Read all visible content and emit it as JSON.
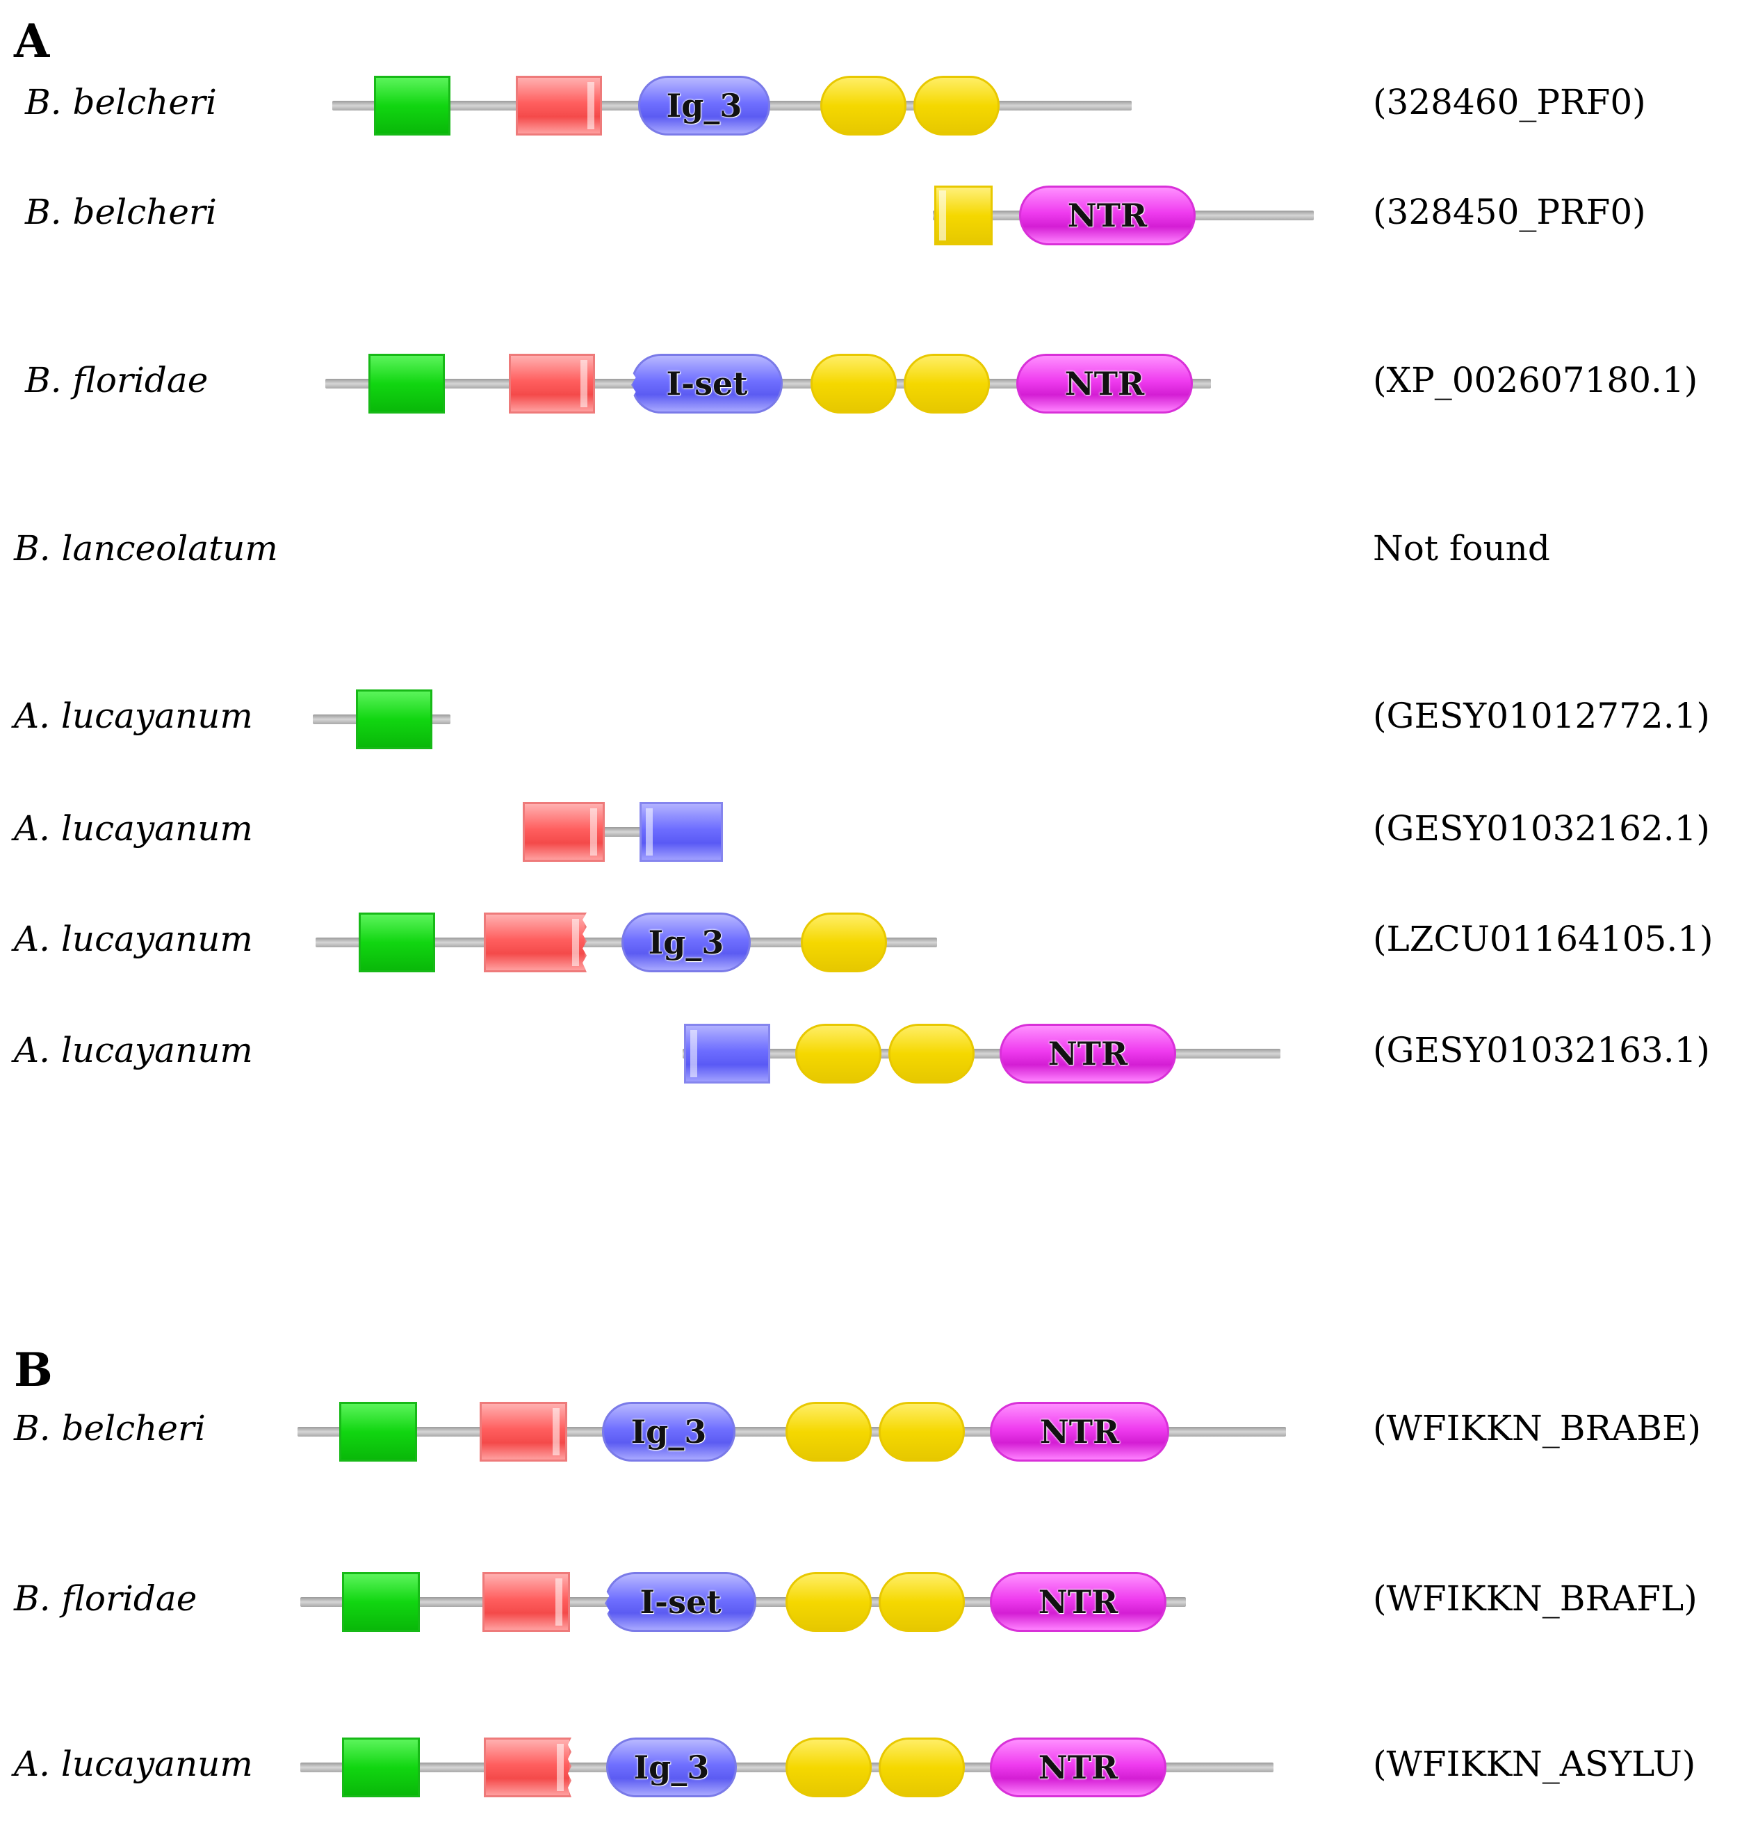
{
  "panels": [
    {
      "label": "A"
    },
    {
      "label": "B"
    }
  ],
  "rows": [
    {
      "panel": 0,
      "species": "B. belcheri",
      "accession": "(328460_PRF0)",
      "domains": [
        {
          "type": "green-box"
        },
        {
          "type": "red-box"
        },
        {
          "type": "blue-pill",
          "label": "Ig_3"
        },
        {
          "type": "yellow-pill"
        },
        {
          "type": "yellow-pill"
        }
      ]
    },
    {
      "panel": 0,
      "species": "B. belcheri",
      "accession": "(328450_PRF0)",
      "domains": [
        {
          "type": "yellow-box"
        },
        {
          "type": "magenta-pill",
          "label": "NTR"
        }
      ]
    },
    {
      "panel": 0,
      "species": "B. floridae",
      "accession": "(XP_002607180.1)",
      "domains": [
        {
          "type": "green-box"
        },
        {
          "type": "red-box"
        },
        {
          "type": "blue-pill",
          "label": "I-set"
        },
        {
          "type": "yellow-pill"
        },
        {
          "type": "yellow-pill"
        },
        {
          "type": "magenta-pill",
          "label": "NTR"
        }
      ]
    },
    {
      "panel": 0,
      "species": "B. lanceolatum",
      "accession": "Not found",
      "domains": []
    },
    {
      "panel": 0,
      "species": "A. lucayanum",
      "accession": "(GESY01012772.1)",
      "domains": [
        {
          "type": "green-box"
        }
      ]
    },
    {
      "panel": 0,
      "species": "A. lucayanum",
      "accession": "(GESY01032162.1)",
      "domains": [
        {
          "type": "red-box"
        },
        {
          "type": "blue-box"
        }
      ]
    },
    {
      "panel": 0,
      "species": "A. lucayanum",
      "accession": "(LZCU01164105.1)",
      "domains": [
        {
          "type": "green-box"
        },
        {
          "type": "red-box"
        },
        {
          "type": "blue-pill",
          "label": "Ig_3"
        },
        {
          "type": "yellow-pill"
        }
      ]
    },
    {
      "panel": 0,
      "species": "A. lucayanum",
      "accession": "(GESY01032163.1)",
      "domains": [
        {
          "type": "blue-box"
        },
        {
          "type": "yellow-pill"
        },
        {
          "type": "yellow-pill"
        },
        {
          "type": "magenta-pill",
          "label": "NTR"
        }
      ]
    },
    {
      "panel": 1,
      "species": "B. belcheri",
      "accession": "(WFIKKN_BRABE)",
      "domains": [
        {
          "type": "green-box"
        },
        {
          "type": "red-box"
        },
        {
          "type": "blue-pill",
          "label": "Ig_3"
        },
        {
          "type": "yellow-pill"
        },
        {
          "type": "yellow-pill"
        },
        {
          "type": "magenta-pill",
          "label": "NTR"
        }
      ]
    },
    {
      "panel": 1,
      "species": "B. floridae",
      "accession": "(WFIKKN_BRAFL)",
      "domains": [
        {
          "type": "green-box"
        },
        {
          "type": "red-box"
        },
        {
          "type": "blue-pill",
          "label": "I-set"
        },
        {
          "type": "yellow-pill"
        },
        {
          "type": "yellow-pill"
        },
        {
          "type": "magenta-pill",
          "label": "NTR"
        }
      ]
    },
    {
      "panel": 1,
      "species": "A. lucayanum",
      "accession": "(WFIKKN_ASYLU)",
      "domains": [
        {
          "type": "green-box"
        },
        {
          "type": "red-box"
        },
        {
          "type": "blue-pill",
          "label": "Ig_3"
        },
        {
          "type": "yellow-pill"
        },
        {
          "type": "yellow-pill"
        },
        {
          "type": "magenta-pill",
          "label": "NTR"
        }
      ]
    }
  ]
}
